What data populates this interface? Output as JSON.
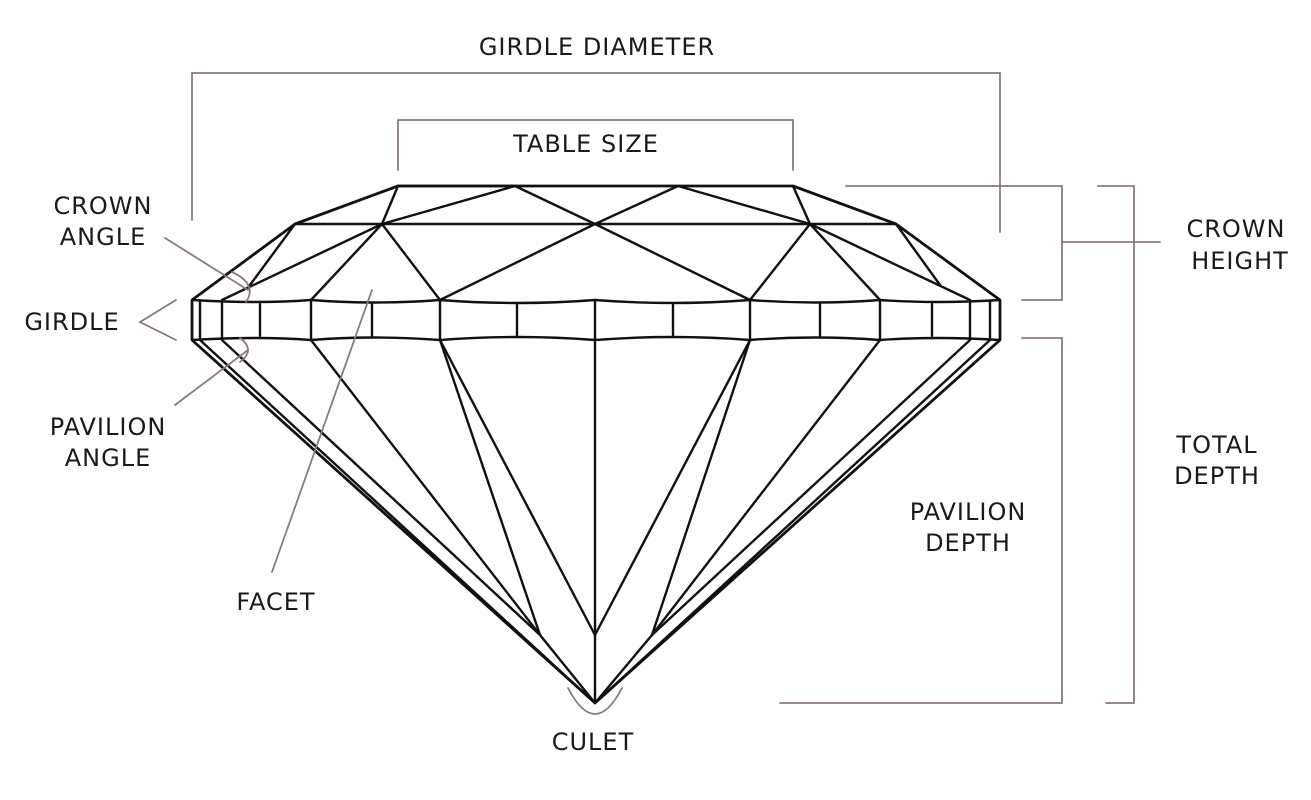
{
  "labels": {
    "girdle_diameter": "GIRDLE DIAMETER",
    "table_size": "TABLE SIZE",
    "crown_angle_line1": "CROWN",
    "crown_angle_line2": "ANGLE",
    "girdle": "GIRDLE",
    "pavilion_angle_line1": "PAVILION",
    "pavilion_angle_line2": "ANGLE",
    "facet": "FACET",
    "culet": "CULET",
    "crown_height_line1": "CROWN",
    "crown_height_line2": "HEIGHT",
    "total_depth_line1": "TOTAL",
    "total_depth_line2": "DEPTH",
    "pavilion_depth_line1": "PAVILION",
    "pavilion_depth_line2": "DEPTH"
  },
  "colors": {
    "gem_stroke": "#111111",
    "callout_stroke": "#8a7a7c",
    "label_text": "#1a1a1a"
  }
}
